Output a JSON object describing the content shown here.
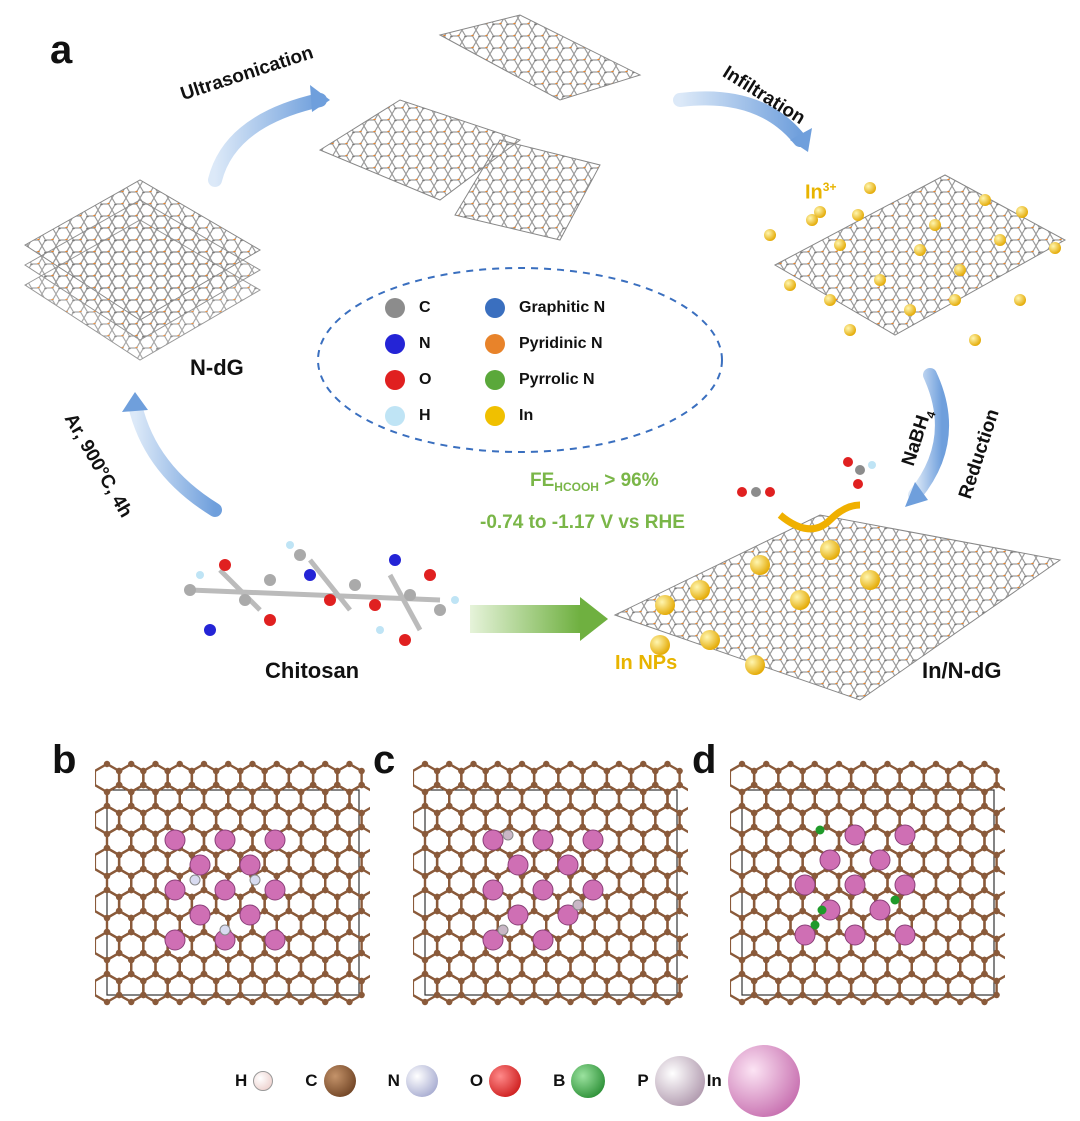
{
  "panels": {
    "a": "a",
    "b": "b",
    "c": "c",
    "d": "d"
  },
  "stages": {
    "ndg": "N-dG",
    "chitosan": "Chitosan",
    "in_ndg": "In/N-dG"
  },
  "steps": {
    "ultrasonication": "Ultrasonication",
    "infiltration": "Infiltration",
    "reduction": "Reduction",
    "nabh4": "NaBH",
    "nabh4_sub": "4",
    "pyrolysis": "Ar, 900°C,  4h"
  },
  "ion_label": {
    "base": "In",
    "sup": "3+"
  },
  "np_label": "In NPs",
  "performance": {
    "fe_base": "FE",
    "fe_sub": "HCOOH",
    "fe_value": " > 96%",
    "potential": "-0.74 to -1.17 V vs RHE"
  },
  "legend_a": [
    {
      "label": "C",
      "color": "#8c8c8c"
    },
    {
      "label": "N",
      "color": "#2424d6"
    },
    {
      "label": "O",
      "color": "#e02020"
    },
    {
      "label": "H",
      "color": "#bfe4f5"
    },
    {
      "label": "Graphitic N",
      "color": "#3a6fbf"
    },
    {
      "label": "Pyridinic N",
      "color": "#e8832a"
    },
    {
      "label": "Pyrrolic N",
      "color": "#5aa83a"
    },
    {
      "label": "In",
      "color": "#f0c000"
    }
  ],
  "legend_bottom": [
    {
      "label": "H",
      "color": "#e9c6c2"
    },
    {
      "label": "C",
      "color": "#7a4620"
    },
    {
      "label": "N",
      "color": "#a9aed6"
    },
    {
      "label": "O",
      "color": "#e01010"
    },
    {
      "label": "B",
      "color": "#1f9a2a"
    },
    {
      "label": "P",
      "color": "#b89ab4"
    },
    {
      "label": "In",
      "color": "#cf6fb4"
    }
  ],
  "colors": {
    "arrow": "#8fb6e6",
    "lattice_c": "#8a5a3a",
    "indium": "#cf6fb4",
    "green_arrow": "#6fb040"
  }
}
